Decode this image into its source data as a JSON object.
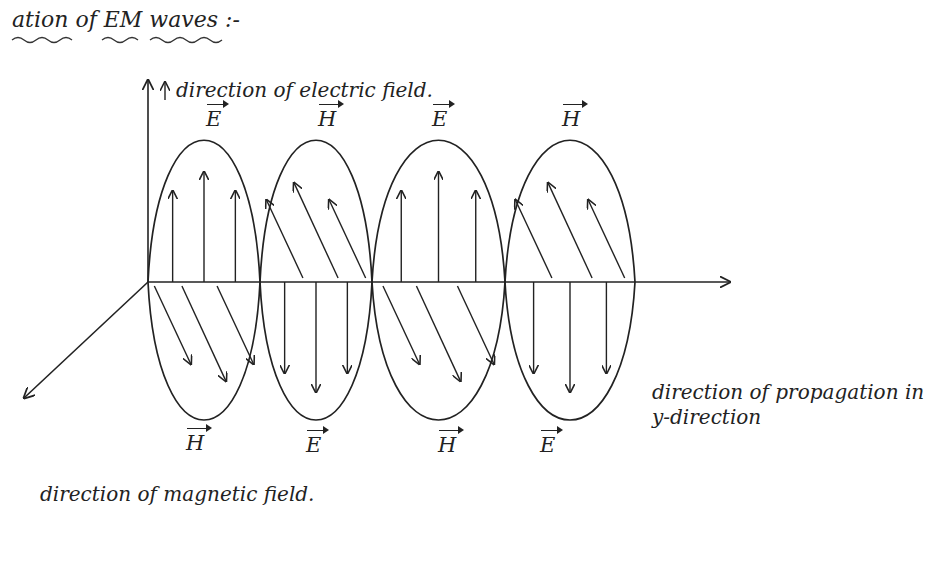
{
  "diagram": {
    "title": "ation of EM waves :-",
    "labels": [
      "direction of electric field.",
      "E",
      "H",
      "E",
      "H",
      "H",
      "E",
      "H",
      "E",
      "direction of propagation in y-direction",
      "direction of magnetic field."
    ]
  }
}
